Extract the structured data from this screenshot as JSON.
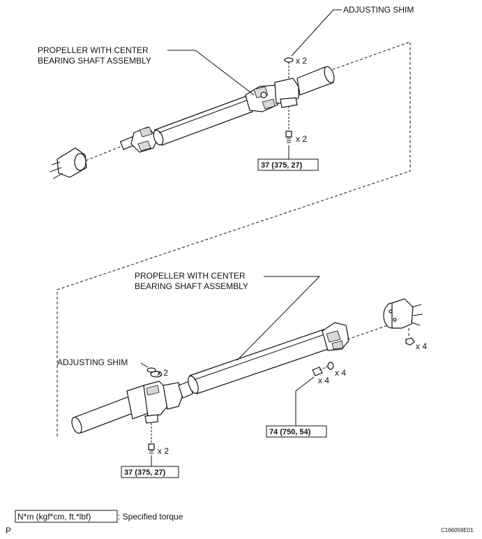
{
  "labels": {
    "adjusting_shim": "ADJUSTING SHIM",
    "propeller_line1": "PROPELLER WITH CENTER",
    "propeller_line2": "BEARING SHAFT ASSEMBLY"
  },
  "quantities": {
    "x2": "x 2",
    "x4": "x 4"
  },
  "torques": {
    "t37": "37 (375, 27)",
    "t74": "74 (750, 54)"
  },
  "legend": {
    "units": "N*m (kgf*cm, ft.*lbf)",
    "desc": ": Specified torque"
  },
  "footer": {
    "left": "P",
    "code": "C166059E01"
  }
}
